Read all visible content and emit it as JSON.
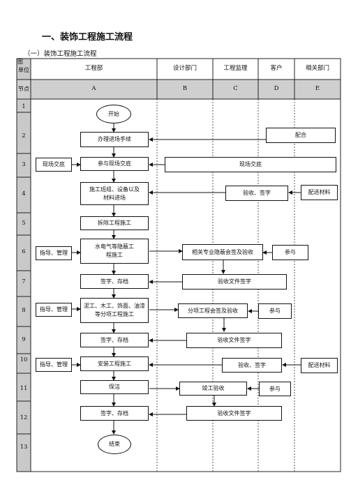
{
  "title": "一、装饰工程施工流程",
  "subtitle": "（一）装饰工程施工流程",
  "corner": "图",
  "header": {
    "unit": "单位",
    "node": "节点",
    "depts": [
      "工程部",
      "设计部门",
      "工程监理",
      "客户",
      "相关部门"
    ],
    "codes": [
      "A",
      "B",
      "C",
      "D",
      "E"
    ]
  },
  "rows": [
    "1",
    "2",
    "3",
    "4",
    "5",
    "6",
    "7",
    "8",
    "9",
    "10",
    "11",
    "12",
    "13"
  ],
  "nodes": {
    "start": "开始",
    "procedures": "办理进场手续",
    "cooperate": "配合",
    "site_handover_left": "现场交底",
    "join_handover": "参与现场交底",
    "site_handover_right": "现场交底",
    "team_entry": "施工班组、设备以及材料进场",
    "accept_sign_4": "验收、签字",
    "supply_material_4": "配送材料",
    "demolition": "拆除工程施工",
    "guide_manage_6": "指导、管理",
    "hidden_works": "水电气等隐蔽工程施工",
    "hidden_accept": "相关专业隐蔽会签及验收",
    "participate_6": "参与",
    "sign_archive_7": "签字、存档",
    "accept_doc_7": "验收文件签字",
    "guide_manage_8": "指导、管理",
    "sub_works": "泥工、木工、饰面、油漆等分项工程施工",
    "sub_accept": "分项工程会签及验收",
    "participate_8": "参与",
    "sign_archive_9": "签字、存档",
    "accept_doc_9": "验收文件签字",
    "guide_manage_10": "指导、管理",
    "install": "安装工程施工",
    "accept_sign_10": "验收、签字",
    "supply_material_10": "配送材料",
    "cleaning": "保洁",
    "completion": "竣工验收",
    "participate_11": "参与",
    "sign_archive_12": "签字、存档",
    "accept_doc_12": "验收文件签字",
    "end": "结束"
  }
}
